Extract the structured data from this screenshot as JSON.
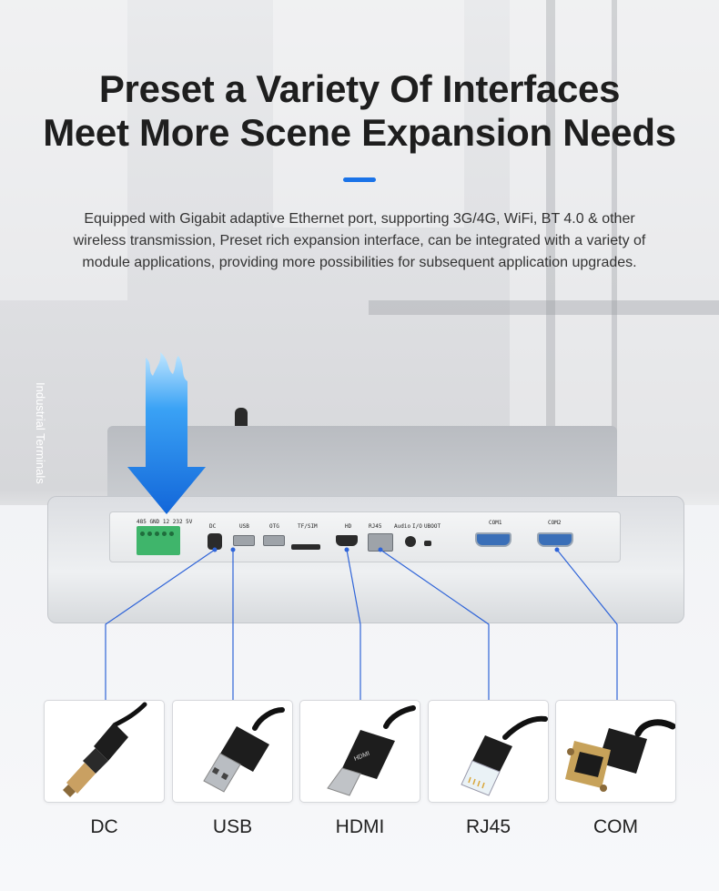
{
  "heading": {
    "line1": "Preset a Variety Of Interfaces",
    "line2": "Meet More Scene Expansion Needs"
  },
  "description": {
    "line1": "Equipped with Gigabit adaptive Ethernet port, supporting 3G/4G, WiFi, BT 4.0 & other",
    "line2": "wireless transmission, Preset rich expansion interface, can be integrated with a variety of",
    "line3": "module applications, providing more possibilities for subsequent application upgrades."
  },
  "badge": {
    "label": "Industrial Terminals"
  },
  "panel_labels": {
    "dc": "DC",
    "usb": "USB",
    "otg": "OTG",
    "tf_sim": "TF/SIM",
    "hd": "HD",
    "rj45": "RJ45",
    "audio": "Audio",
    "io": "I/O",
    "uboot": "UBOOT",
    "com1": "COM1",
    "com2": "COM2",
    "terminal_pins": "485 GND 12 232 5V"
  },
  "interfaces": [
    {
      "label": "DC"
    },
    {
      "label": "USB"
    },
    {
      "label": "HDMI"
    },
    {
      "label": "RJ45"
    },
    {
      "label": "COM"
    }
  ],
  "colors": {
    "accent": "#1a73e8",
    "line": "#2f64d8",
    "terminal_green": "#3fb56b"
  }
}
